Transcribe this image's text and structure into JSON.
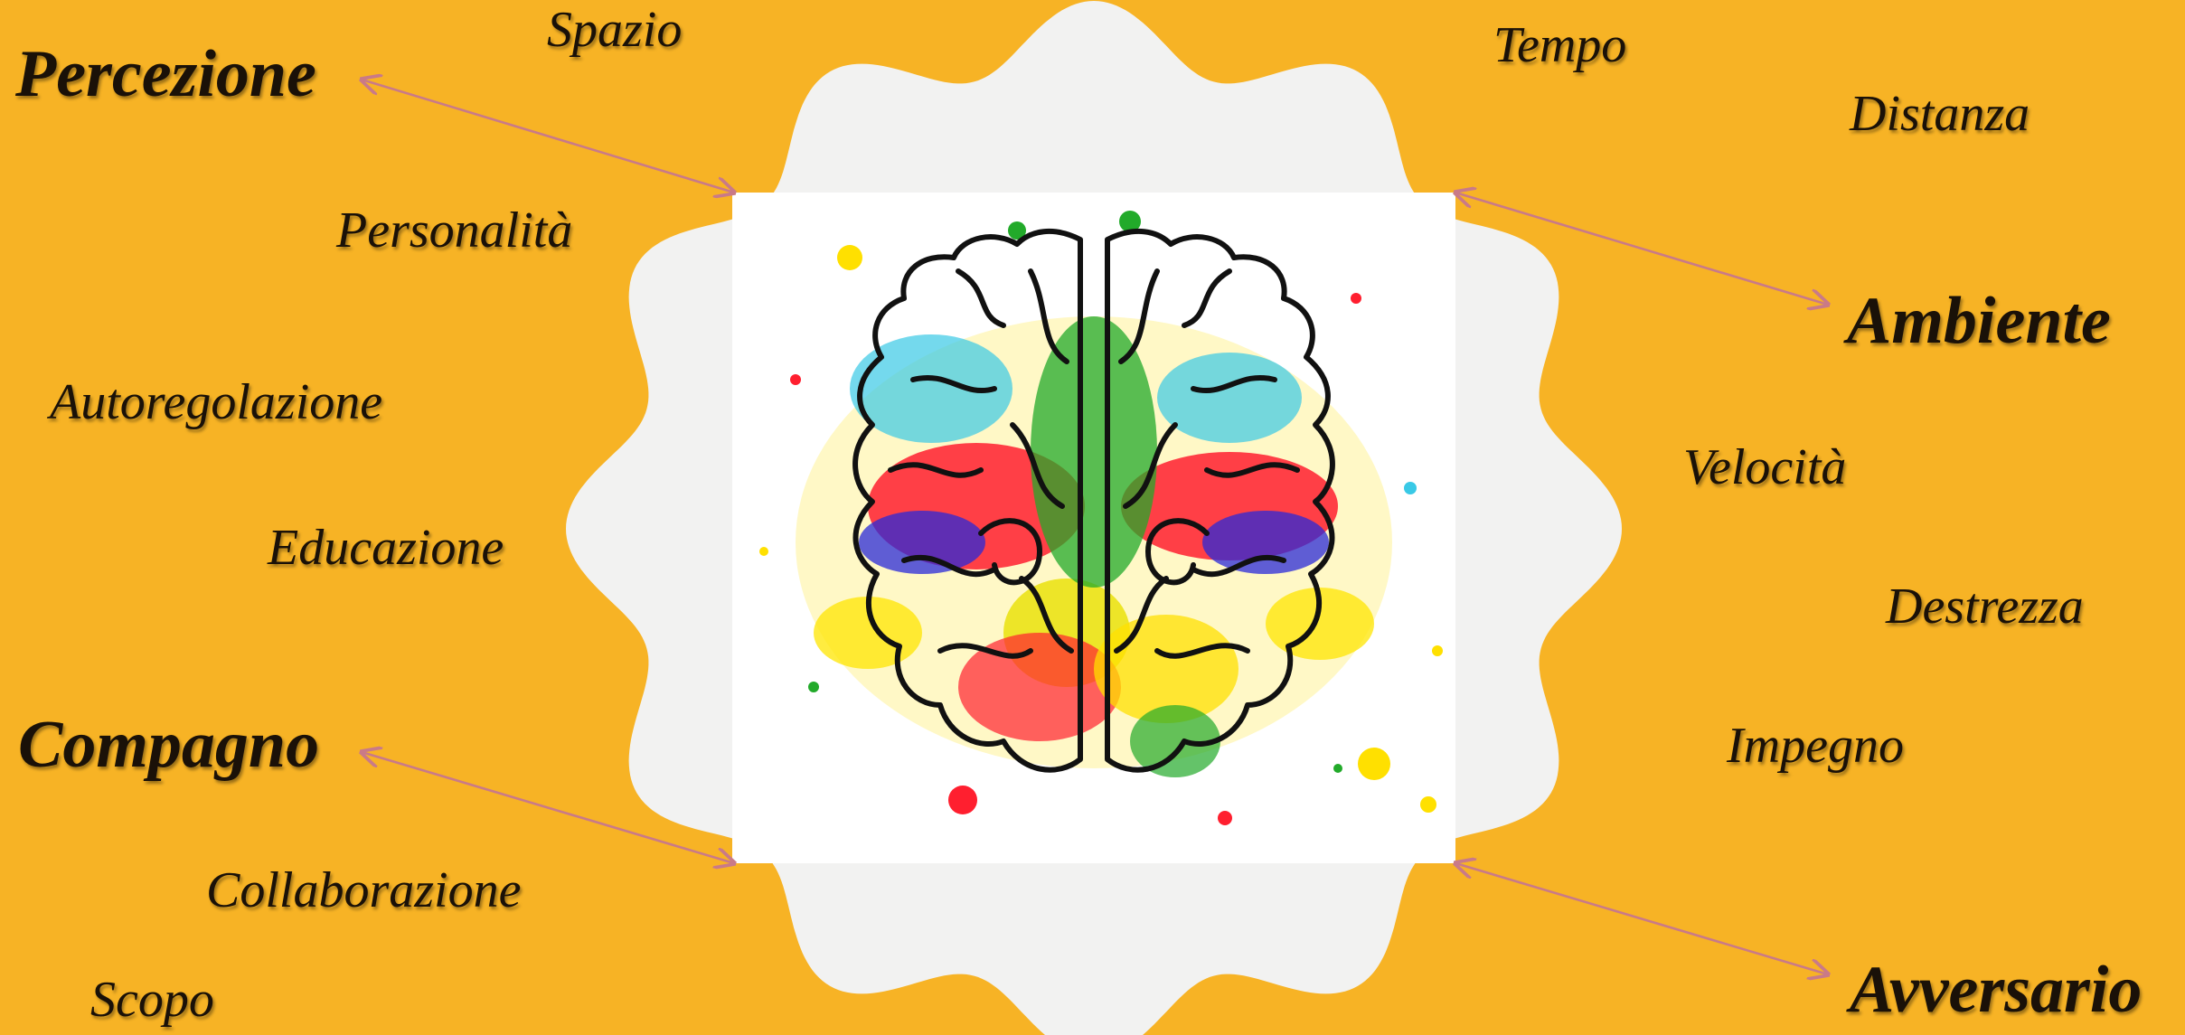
{
  "colors": {
    "background": "#F7B325",
    "badge": "#F2F2F1",
    "arrow": "#C97A88",
    "text": "#1A1108"
  },
  "picture": {
    "icon": "brain-icon"
  },
  "labels": {
    "percezione": "Percezione",
    "ambiente": "Ambiente",
    "compagno": "Compagno",
    "avversario": "Avversario",
    "spazio": "Spazio",
    "tempo": "Tempo",
    "distanza": "Distanza",
    "personalita": "Personalità",
    "autoregolazione": "Autoregolazione",
    "educazione": "Educazione",
    "velocita": "Velocità",
    "destrezza": "Destrezza",
    "impegno": "Impegno",
    "collaborazione": "Collaborazione",
    "scopo": "Scopo"
  }
}
